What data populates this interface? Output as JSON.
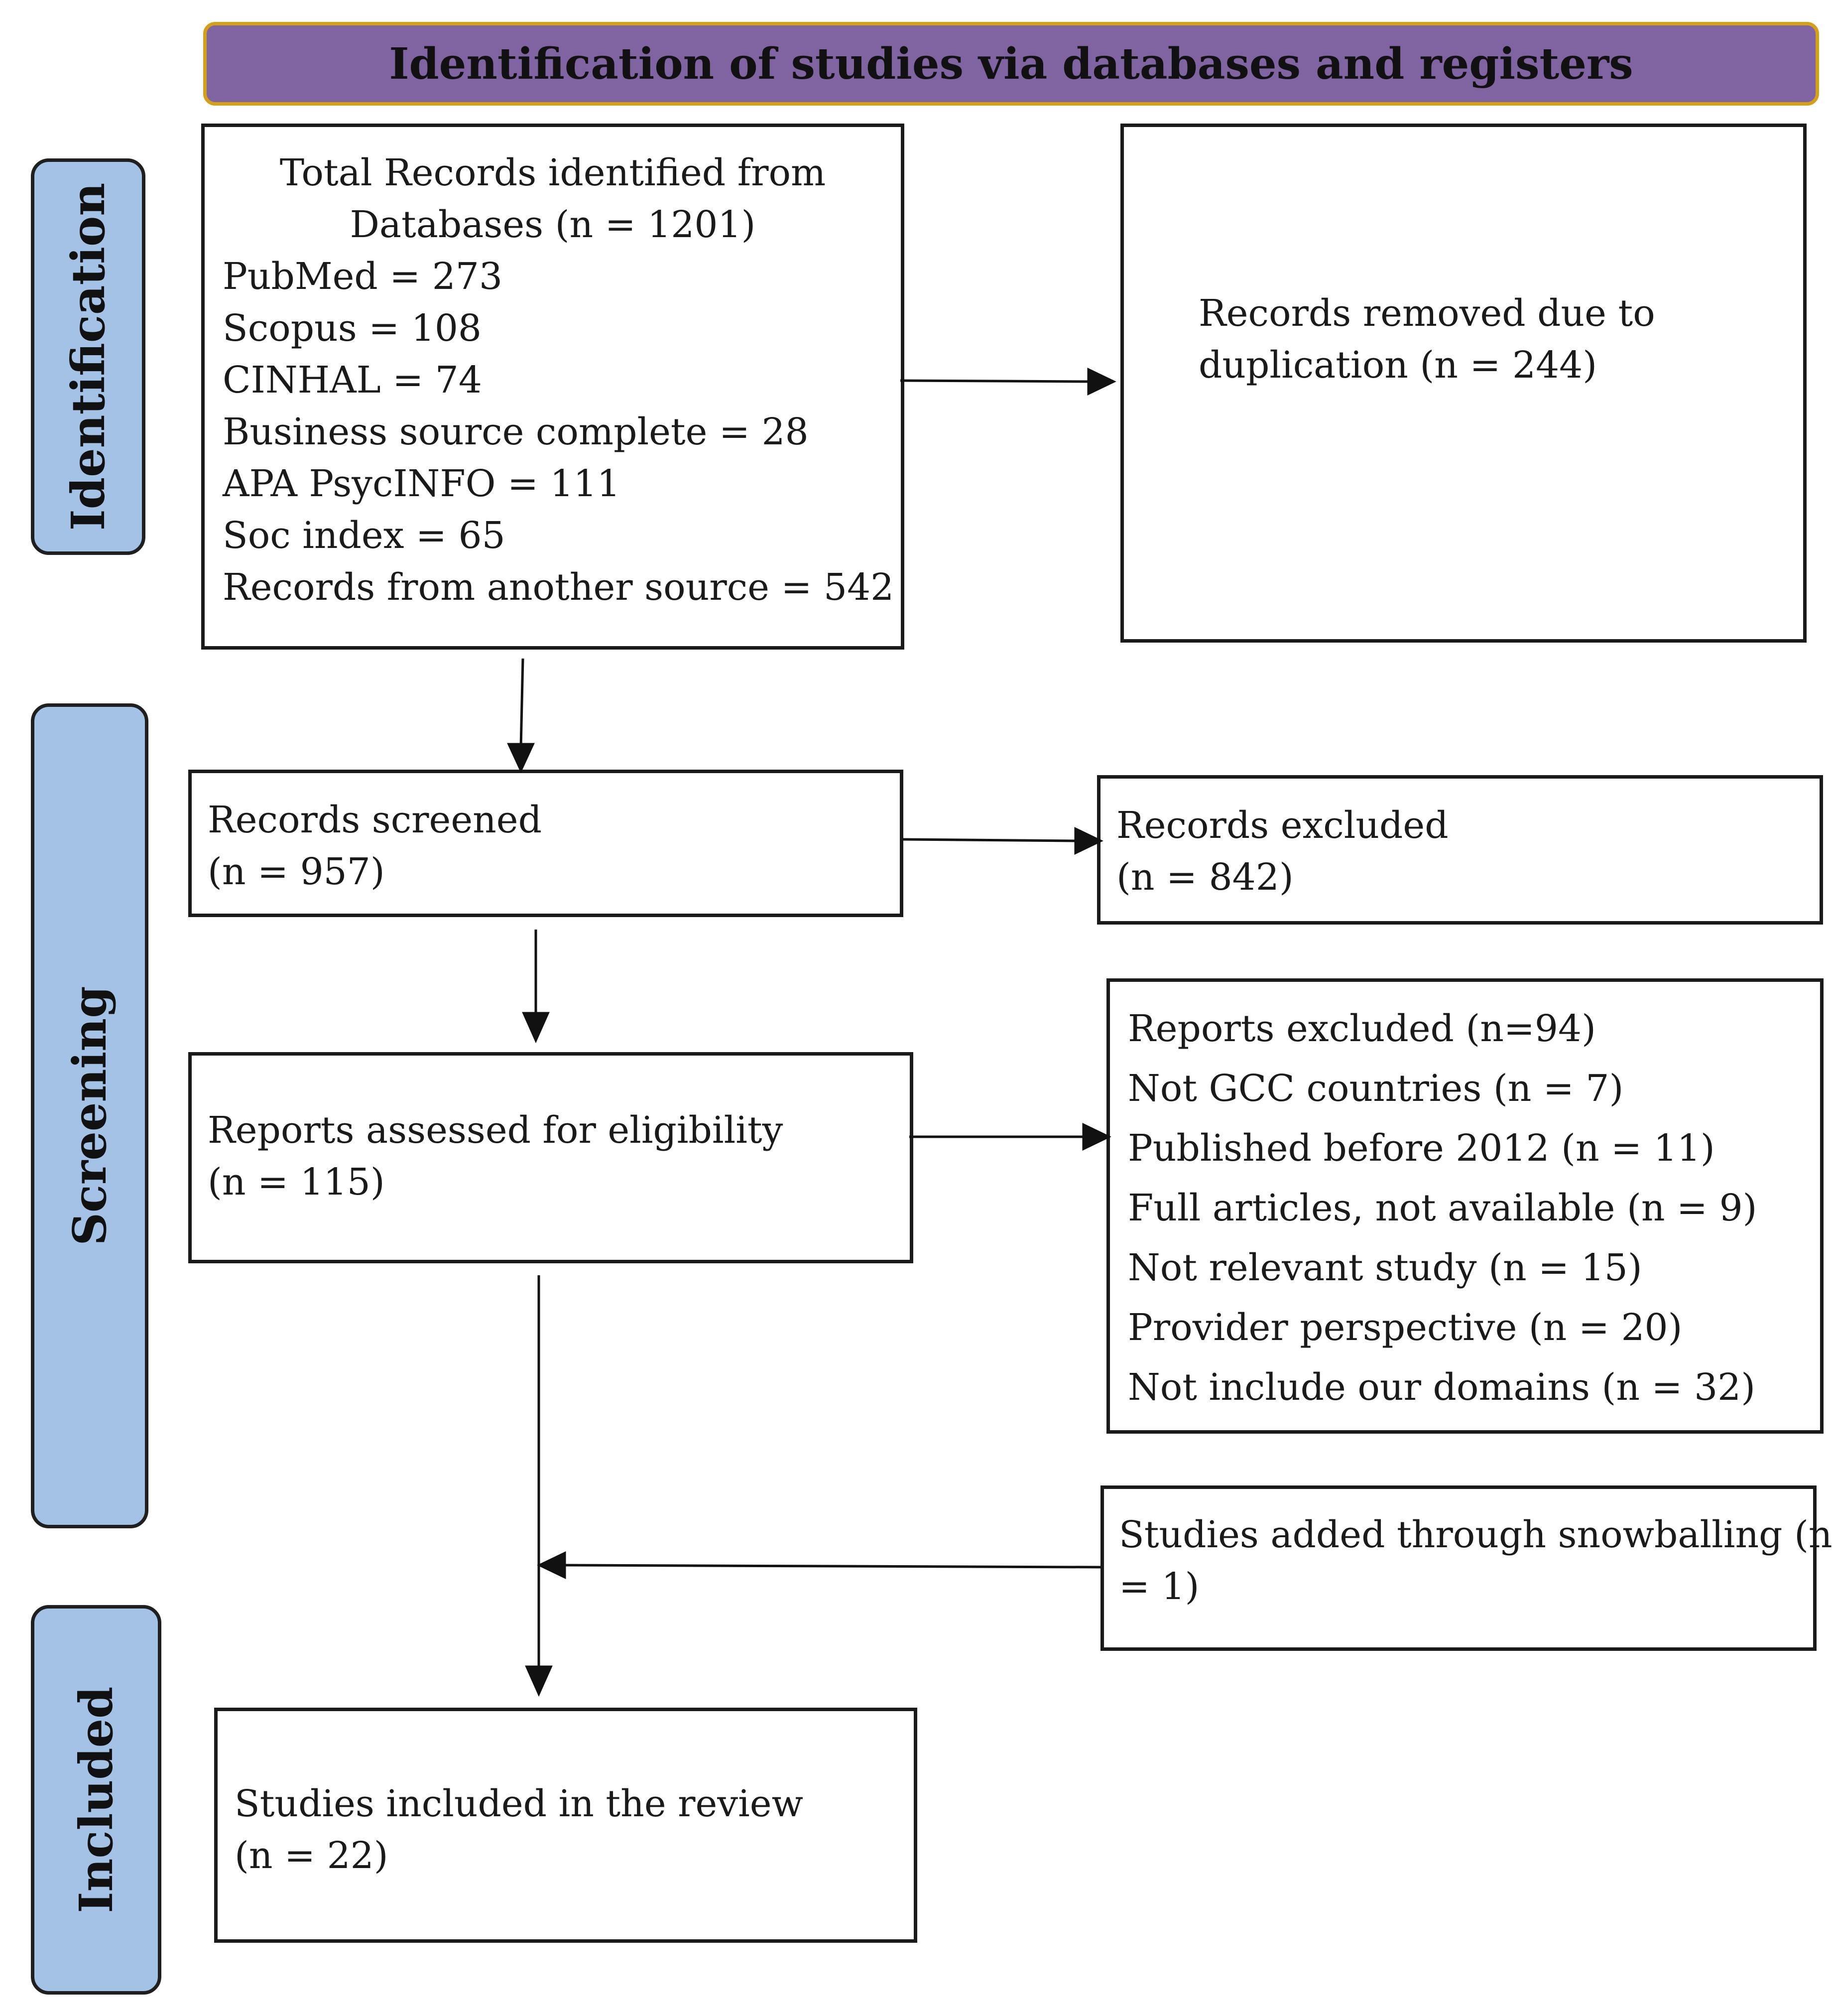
{
  "header": {
    "title": "Identification of studies via databases and registers"
  },
  "phases": {
    "identification": "Identification",
    "screening": "Screening",
    "included": "Included"
  },
  "identified": {
    "title_line1": "Total Records identified from",
    "title_line2": "Databases (n = 1201)",
    "sources": [
      "PubMed = 273",
      "Scopus = 108",
      "CINHAL = 74",
      "Business source complete = 28",
      "APA PsycINFO = 111",
      "Soc index = 65",
      "Records from another source = 542"
    ]
  },
  "duplicates": {
    "line1": "Records removed due to",
    "line2": "duplication (n = 244)"
  },
  "screened": {
    "line1": "Records screened",
    "line2": "(n = 957)"
  },
  "excluded": {
    "line1": "Records excluded",
    "line2": "(n = 842)"
  },
  "assessed": {
    "line1": "Reports assessed for eligibility",
    "line2": "(n = 115)"
  },
  "reports_excluded": {
    "lines": [
      "Reports excluded (n=94)",
      "Not GCC countries (n = 7)",
      "Published before 2012 (n = 11)",
      "Full articles, not available (n = 9)",
      "Not relevant study (n = 15)",
      "Provider perspective (n = 20)",
      "Not include our domains (n = 32)"
    ]
  },
  "snowball": {
    "line1": "Studies added through snowballing (n",
    "line2": "= 1)"
  },
  "included": {
    "line1": "Studies included in the review",
    "line2": "(n = 22)"
  }
}
